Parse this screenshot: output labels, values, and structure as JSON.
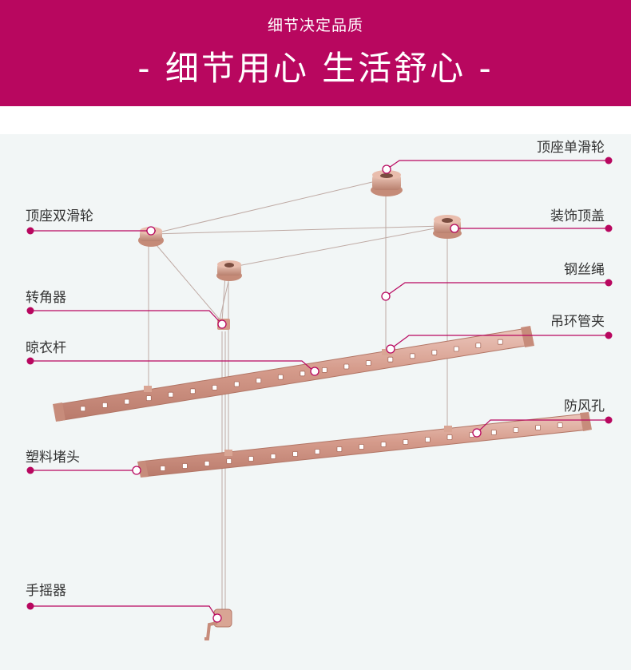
{
  "header": {
    "subtitle": "细节决定品质",
    "title": "- 细节用心 生活舒心 -"
  },
  "callouts": [
    {
      "id": "top-single-pulley",
      "text": "顶座单滑轮"
    },
    {
      "id": "top-double-pulley",
      "text": "顶座双滑轮"
    },
    {
      "id": "decor-cap",
      "text": "装饰顶盖"
    },
    {
      "id": "steel-wire",
      "text": "钢丝绳"
    },
    {
      "id": "corner-device",
      "text": "转角器"
    },
    {
      "id": "hanging-clip",
      "text": "吊环管夹"
    },
    {
      "id": "drying-rod",
      "text": "晾衣杆"
    },
    {
      "id": "wind-hole",
      "text": "防风孔"
    },
    {
      "id": "plastic-plug",
      "text": "塑料堵头"
    },
    {
      "id": "hand-crank",
      "text": "手摇器"
    }
  ],
  "colors": {
    "brand": "#b8075f",
    "accent_dot": "#b8075f",
    "rod": "#d7a294",
    "background": "#f2f6f6"
  }
}
